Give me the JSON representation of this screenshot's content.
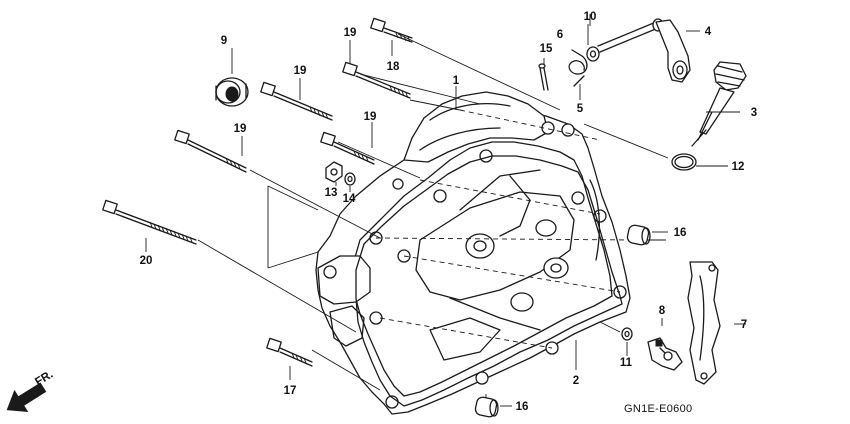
{
  "diagram": {
    "code": "GN1E-E0600",
    "direction": "FR.",
    "callouts": [
      {
        "id": "c1",
        "text": "1"
      },
      {
        "id": "c2",
        "text": "2"
      },
      {
        "id": "c3",
        "text": "3"
      },
      {
        "id": "c4",
        "text": "4"
      },
      {
        "id": "c5",
        "text": "5"
      },
      {
        "id": "c6",
        "text": "6"
      },
      {
        "id": "c7",
        "text": "7"
      },
      {
        "id": "c8",
        "text": "8"
      },
      {
        "id": "c9",
        "text": "9"
      },
      {
        "id": "c10",
        "text": "10"
      },
      {
        "id": "c11",
        "text": "11"
      },
      {
        "id": "c12",
        "text": "12"
      },
      {
        "id": "c13",
        "text": "13"
      },
      {
        "id": "c14",
        "text": "14"
      },
      {
        "id": "c15",
        "text": "15"
      },
      {
        "id": "c16a",
        "text": "16"
      },
      {
        "id": "c16b",
        "text": "16"
      },
      {
        "id": "c17",
        "text": "17"
      },
      {
        "id": "c18",
        "text": "18"
      },
      {
        "id": "c19a",
        "text": "19"
      },
      {
        "id": "c19b",
        "text": "19"
      },
      {
        "id": "c19c",
        "text": "19"
      },
      {
        "id": "c19d",
        "text": "19"
      },
      {
        "id": "c20",
        "text": "20"
      }
    ]
  }
}
